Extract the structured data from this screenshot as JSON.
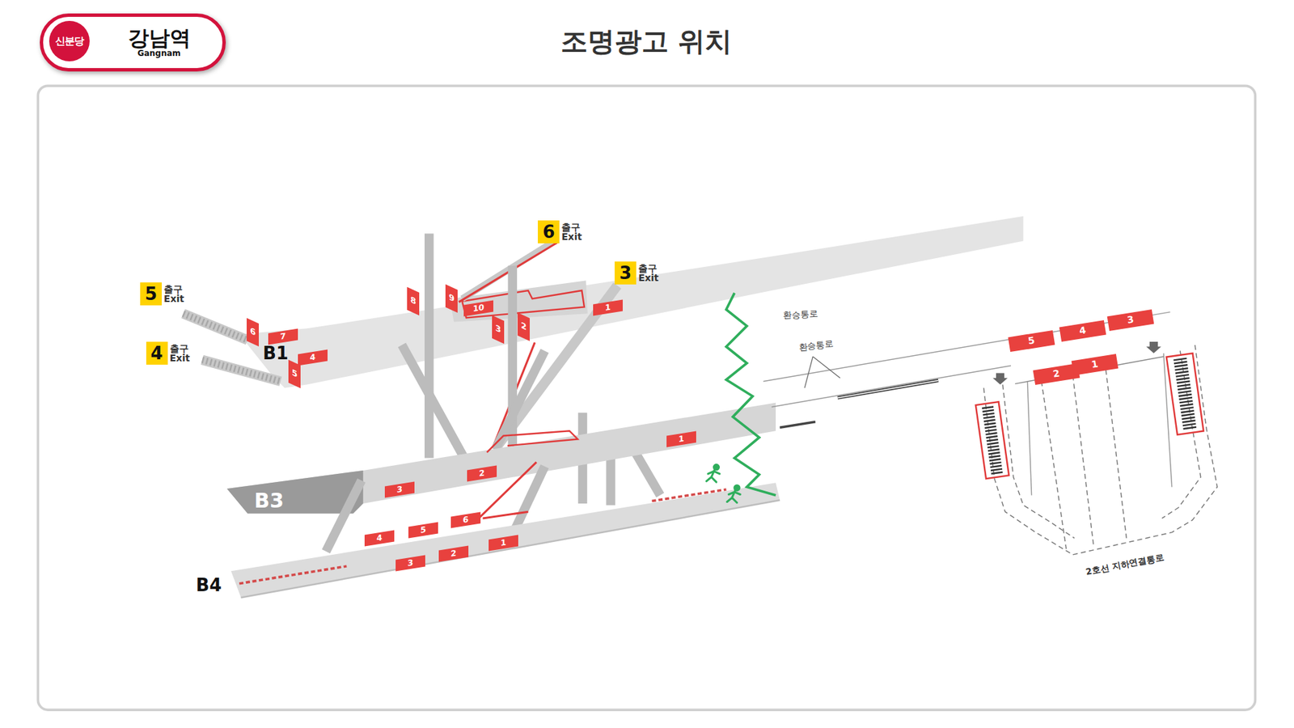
{
  "diagram": {
    "title": "조명광고 위치",
    "nodes": [
      {
        "text": [
          "강남역",
          "Gangnam"
        ]
      },
      {
        "text": [
          "신분당"
        ],
        "in": 0
      },
      {
        "text": [
          "5",
          "출구 Exit"
        ]
      },
      {
        "text": [
          "4",
          "출구 Exit"
        ]
      },
      {
        "text": [
          "6",
          "출구 Exit"
        ]
      },
      {
        "text": [
          "3",
          "출구 Exit"
        ]
      },
      {
        "text": [
          "6"
        ]
      },
      {
        "text": [
          "7"
        ]
      },
      {
        "text": [
          "8"
        ]
      },
      {
        "text": [
          "9"
        ]
      },
      {
        "text": [
          "10"
        ]
      },
      {
        "text": [
          "3"
        ]
      },
      {
        "text": [
          "2"
        ]
      },
      {
        "text": [
          "1"
        ]
      },
      {
        "text": [
          "4"
        ]
      },
      {
        "text": [
          "5"
        ]
      },
      {
        "text": [
          "1"
        ]
      },
      {
        "text": [
          "2"
        ]
      },
      {
        "text": [
          "3"
        ]
      },
      {
        "text": [
          "6"
        ]
      },
      {
        "text": [
          "5"
        ]
      },
      {
        "text": [
          "4"
        ]
      },
      {
        "text": [
          "1"
        ]
      },
      {
        "text": [
          "2"
        ]
      },
      {
        "text": [
          "3"
        ]
      },
      {
        "text": [
          "5"
        ]
      },
      {
        "text": [
          "4"
        ]
      },
      {
        "text": [
          "3"
        ]
      },
      {
        "text": [
          "2"
        ]
      },
      {
        "text": [
          "1"
        ]
      }
    ],
    "labels": [
      "B1",
      "B3",
      "B4",
      "환승통로",
      "환승통로",
      "2호선 지하연결통로"
    ]
  }
}
